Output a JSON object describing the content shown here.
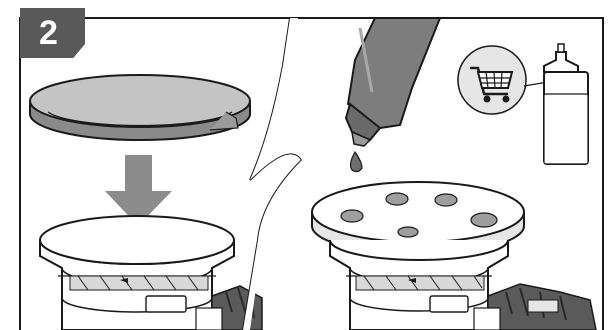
{
  "step": {
    "number": "2"
  },
  "colors": {
    "line": "#1a1a1a",
    "badge_bg": "#595959",
    "badge_text": "#ffffff",
    "plastic_light": "#e6e6e6",
    "plastic_mid": "#c4c4c4",
    "plastic_dark": "#8a8a8a",
    "oil_bottle": "#7d7d7d",
    "oil_drop": "#6e6e6e",
    "arrow": "#8c8c8c",
    "dot": "#9e9e9e",
    "grip": "#5a5a5a"
  },
  "icons": {
    "panel_left": [
      "cap-disc",
      "down-arrow-icon",
      "motor-body"
    ],
    "panel_right": [
      "oil-bottle-tilted",
      "oil-drop",
      "shopping-cart-icon",
      "oil-bottle-upright",
      "dotted-disc",
      "motor-body"
    ]
  }
}
